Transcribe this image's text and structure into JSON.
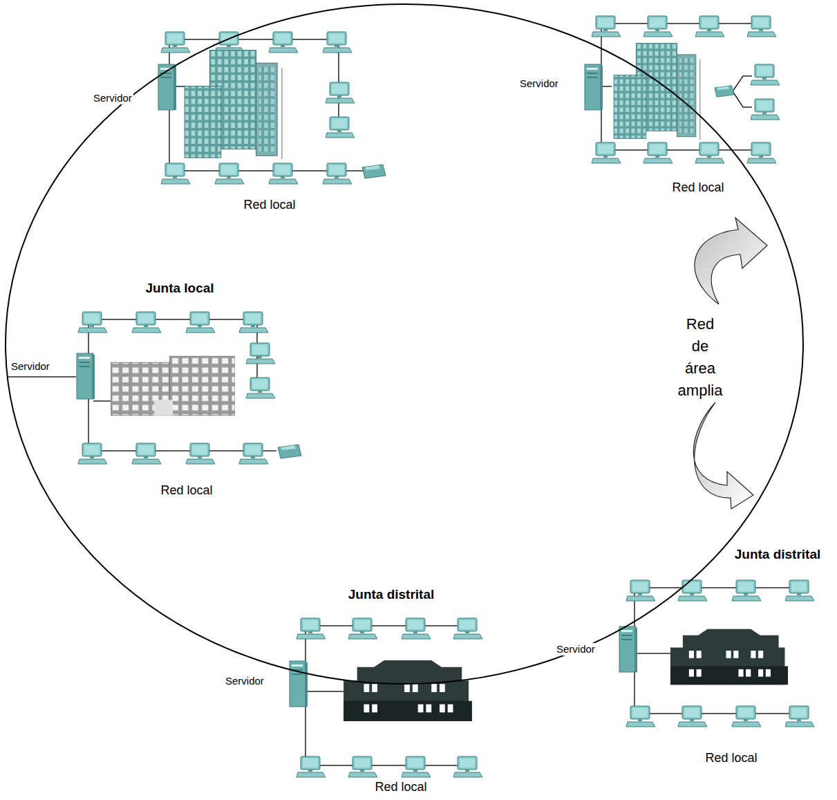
{
  "diagram": {
    "nodes": [
      {
        "text": [
          "Red de área amplia"
        ]
      }
    ],
    "labels": [
      "Servidor",
      "Red local",
      "Servidor",
      "Red local",
      "Junta local",
      "Servidor",
      "Red local",
      "Junta distrital",
      "Junta distrital",
      "Servidor",
      "Servidor",
      "Red local",
      "Red local"
    ]
  }
}
